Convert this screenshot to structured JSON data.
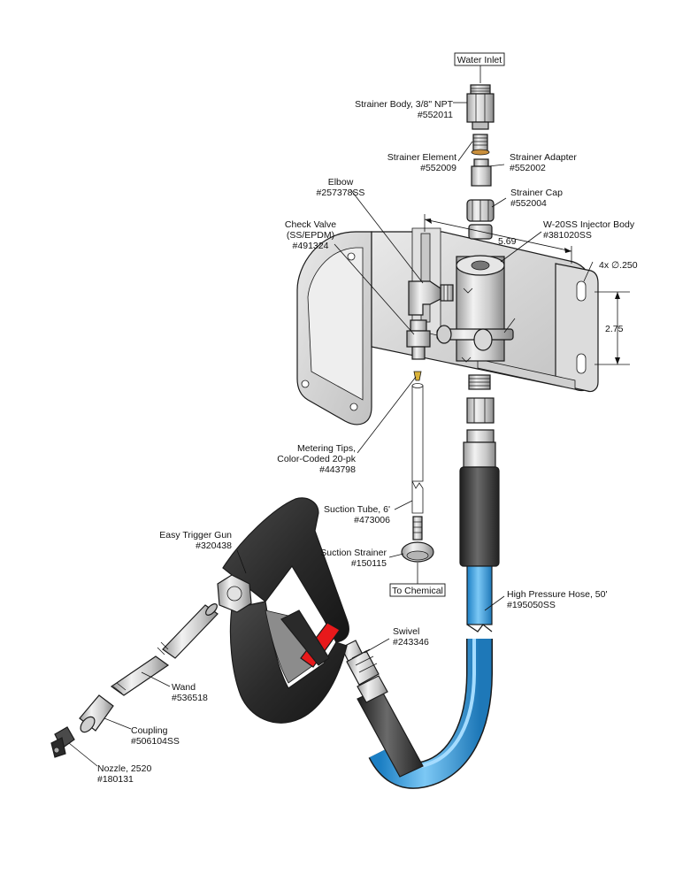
{
  "callouts": {
    "water_inlet": "Water Inlet",
    "strainer_body": [
      "Strainer Body, 3/8\" NPT",
      "#552011"
    ],
    "strainer_element": [
      "Strainer Element",
      "#552009"
    ],
    "strainer_adapter": [
      "Strainer Adapter",
      "#552002"
    ],
    "elbow": [
      "Elbow",
      "#257378SS"
    ],
    "strainer_cap": [
      "Strainer Cap",
      "#552004"
    ],
    "check_valve": [
      "Check Valve",
      "(SS/EPDM)",
      "#491324"
    ],
    "injector_body": [
      "W-20SS Injector Body",
      "#381020SS"
    ],
    "metering_tips": [
      "Metering Tips,",
      "Color-Coded 20-pk",
      "#443798"
    ],
    "suction_tube": [
      "Suction Tube, 6'",
      "#473006"
    ],
    "suction_strainer": [
      "Suction Strainer",
      "#150115"
    ],
    "to_chemical": "To Chemical",
    "trigger_gun": [
      "Easy Trigger Gun",
      "#320438"
    ],
    "high_pressure_hose": [
      "High Pressure Hose, 50'",
      "#195050SS"
    ],
    "swivel": [
      "Swivel",
      "#243346"
    ],
    "wand": [
      "Wand",
      "#536518"
    ],
    "coupling": [
      "Coupling",
      "#506104SS"
    ],
    "nozzle": [
      "Nozzle,  2520",
      "#180131"
    ]
  },
  "dimensions": {
    "width": "5.69",
    "height": "2.75",
    "holes": "4x ∅.250"
  },
  "colors": {
    "steel": "#d9d9d9",
    "hose_black": "#3a3a3a",
    "hose_blue": "#3aa6e8",
    "trigger_red": "#e8191b"
  }
}
